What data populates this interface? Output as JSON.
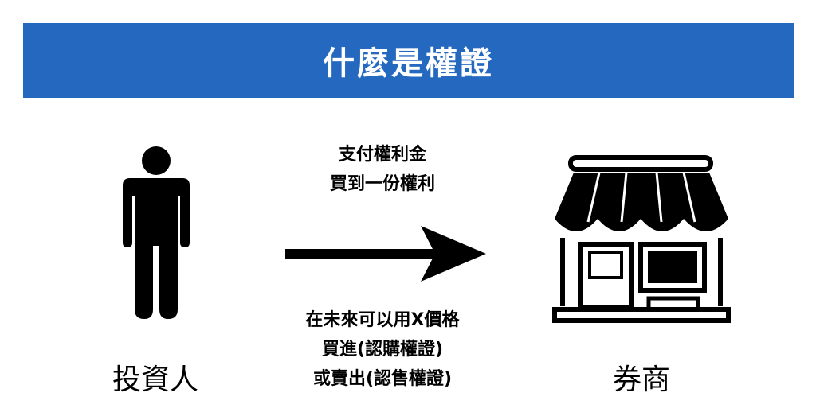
{
  "title": "什麼是權證",
  "colors": {
    "title_bar": "#2469BF",
    "title_text": "#FFFFFF",
    "ink": "#000000"
  },
  "nodes": {
    "investor": {
      "label": "投資人",
      "icon": "person-icon"
    },
    "broker": {
      "label": "券商",
      "icon": "storefront-icon"
    }
  },
  "edge": {
    "icon": "arrow-right-icon",
    "label_above": [
      "支付權利金",
      "買到一份權利"
    ],
    "label_below": [
      "在未來可以用X價格",
      "買進(認購權證)",
      "或賣出(認售權證)"
    ]
  }
}
